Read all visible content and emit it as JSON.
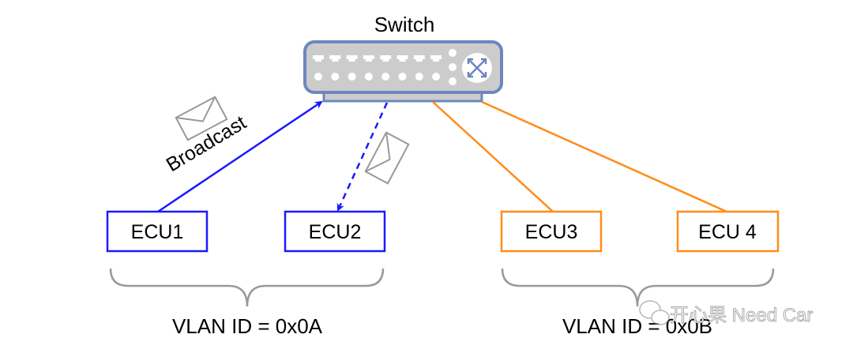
{
  "switch": {
    "label": "Switch"
  },
  "ecus": [
    {
      "label": "ECU1",
      "color": "#1a1aff"
    },
    {
      "label": "ECU2",
      "color": "#1a1aff"
    },
    {
      "label": "ECU3",
      "color": "#ff8c1a"
    },
    {
      "label": "ECU 4",
      "color": "#ff8c1a"
    }
  ],
  "broadcast_label": "Broadcast",
  "vlans": [
    {
      "label": "VLAN ID = 0x0A"
    },
    {
      "label": "VLAN ID = 0x0B"
    }
  ],
  "watermark": "开心果 Need Car",
  "colors": {
    "blue": "#1a1aff",
    "orange": "#ff8c1a",
    "switch_fill": "#cccccc",
    "switch_stroke": "#6c87bf",
    "brace": "#999999"
  }
}
